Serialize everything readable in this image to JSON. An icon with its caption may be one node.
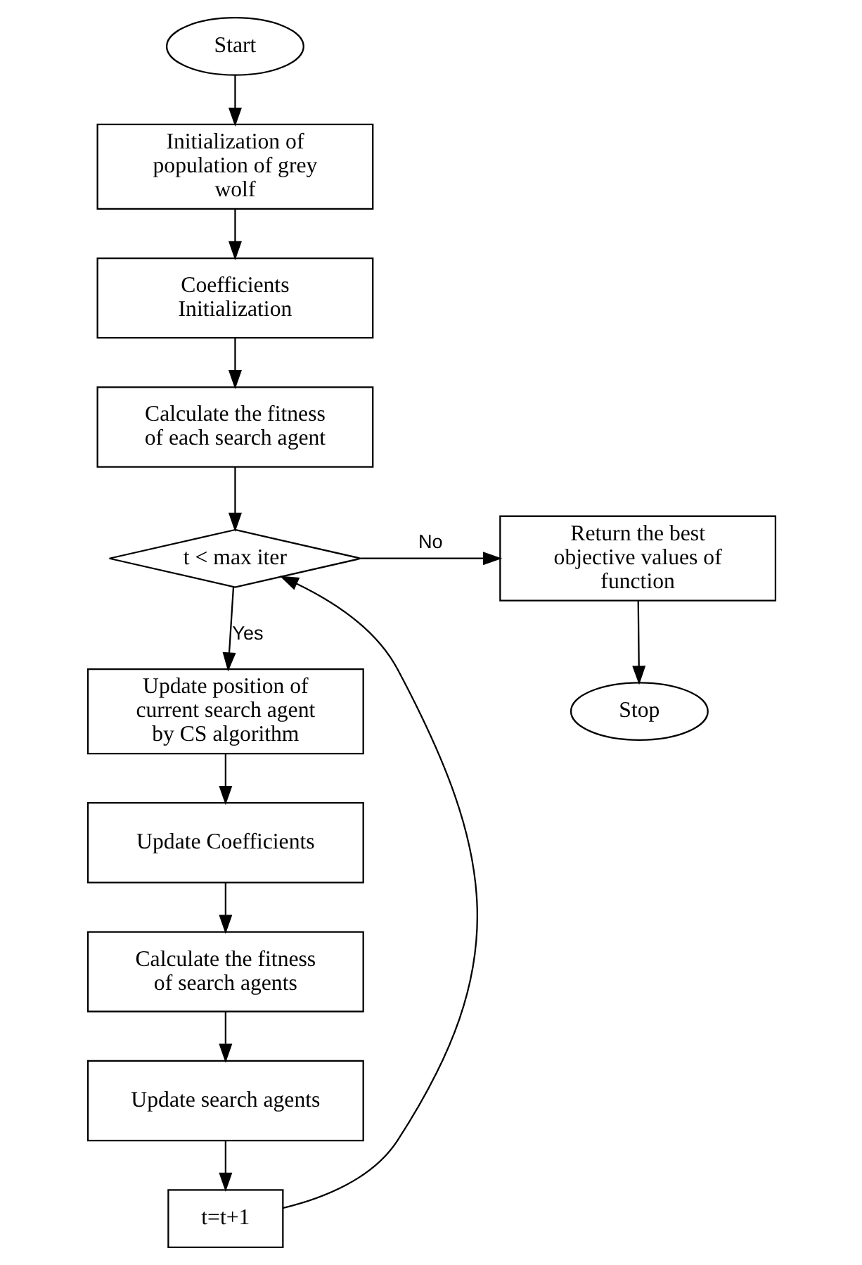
{
  "diagram": {
    "nodes": [
      {
        "text": [
          "Start"
        ]
      },
      {
        "text": [
          "Initialization of population of grey wolf"
        ]
      },
      {
        "text": [
          "Coefficients Initialization"
        ]
      },
      {
        "text": [
          "Calculate the fitness of each search agent"
        ]
      },
      {
        "text": [
          "t < max iter"
        ]
      },
      {
        "text": [
          "Return the best objective values of function"
        ]
      },
      {
        "text": [
          "Stop"
        ]
      },
      {
        "text": [
          "Update position of current search agent by CS algorithm"
        ]
      },
      {
        "text": [
          "Update Coefficients"
        ]
      },
      {
        "text": [
          "Calculate the fitness of search agents"
        ]
      },
      {
        "text": [
          "Update search agents"
        ]
      },
      {
        "text": [
          "t=t+1"
        ]
      }
    ],
    "edges": [
      {
        "from": 0,
        "to": 1,
        "arrow": "to"
      },
      {
        "from": 1,
        "to": 2,
        "arrow": "to"
      },
      {
        "from": 2,
        "to": 3,
        "arrow": "to"
      },
      {
        "from": 3,
        "to": 4,
        "arrow": "to"
      },
      {
        "from": 4,
        "to": 5,
        "arrow": "to",
        "label": "No"
      },
      {
        "from": 5,
        "to": 6,
        "arrow": "to"
      },
      {
        "from": 4,
        "to": 7,
        "arrow": "to",
        "label": "Yes"
      },
      {
        "from": 7,
        "to": 8,
        "arrow": "to"
      },
      {
        "from": 8,
        "to": 9,
        "arrow": "to"
      },
      {
        "from": 9,
        "to": 10,
        "arrow": "to"
      },
      {
        "from": 10,
        "to": 11,
        "arrow": "to"
      },
      {
        "from": 11,
        "to": 4,
        "arrow": "to"
      }
    ]
  }
}
